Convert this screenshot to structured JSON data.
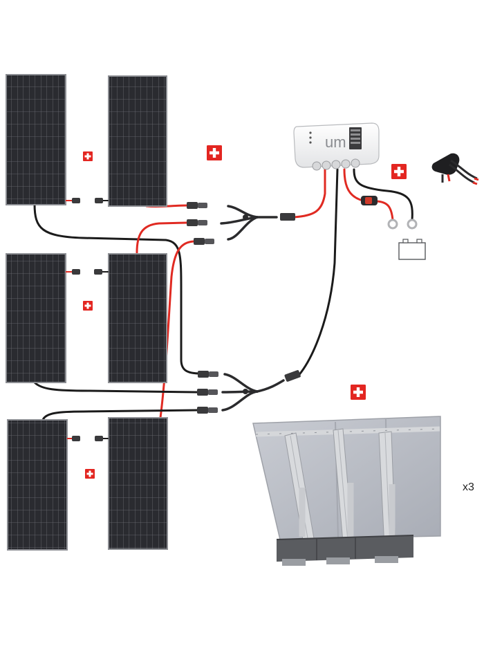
{
  "controller": {
    "logo": "um"
  },
  "mount": {
    "quantity_label": "x3"
  },
  "colors": {
    "cell": "#2a2b30",
    "frame": "#8c8e93",
    "cable_red": "#e02a22",
    "cable_black": "#1b1b1b",
    "badge": "#e32621",
    "mount_panel": "#b9bcc4",
    "mount_steel": "#d8dadd",
    "ballast": "#5a5c60"
  },
  "components": [
    {
      "name": "solar-panel",
      "count": 6
    },
    {
      "name": "y-branch-connector",
      "count": 2
    },
    {
      "name": "charge-controller",
      "count": 1
    },
    {
      "name": "fuse-holder",
      "count": 1
    },
    {
      "name": "battery",
      "count": 1
    },
    {
      "name": "cable-gland",
      "count": 1
    },
    {
      "name": "ground-mount-frame",
      "count": 1
    }
  ]
}
